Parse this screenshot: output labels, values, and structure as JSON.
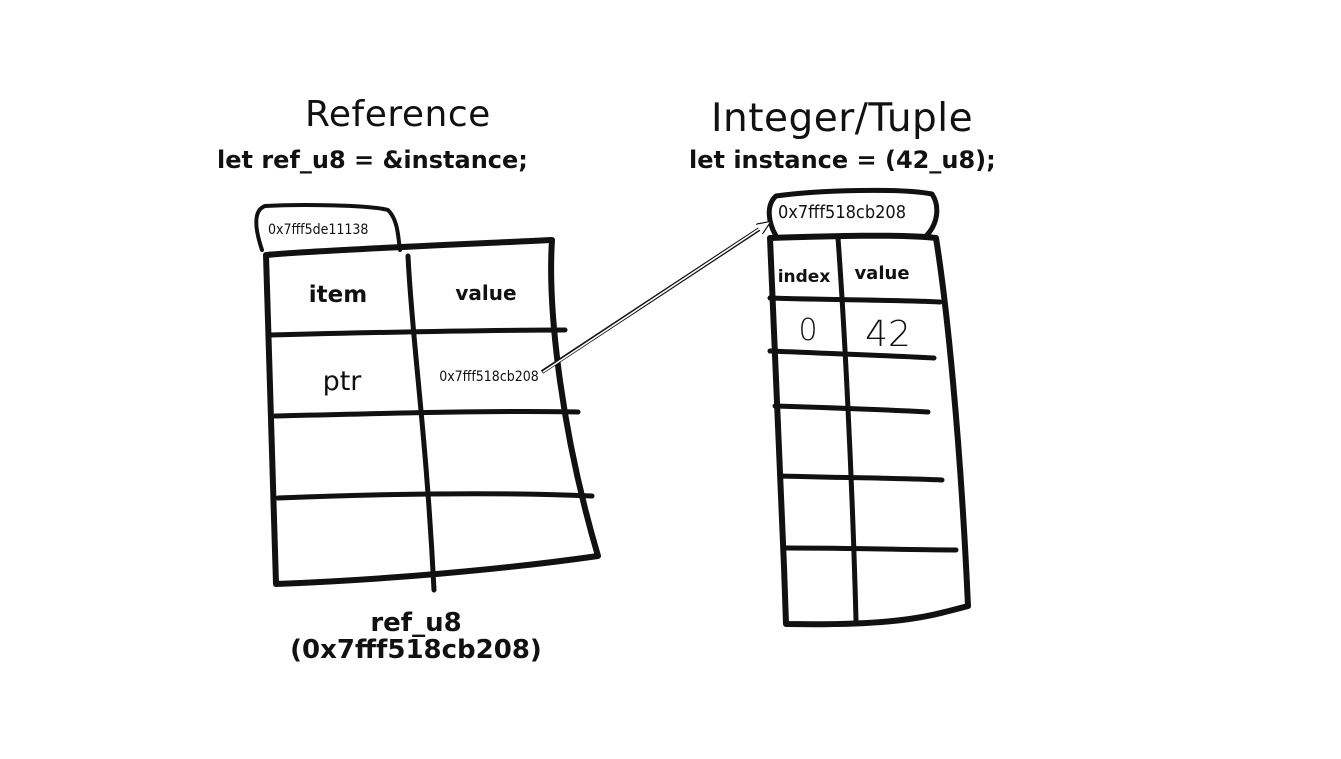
{
  "reference": {
    "title": "Reference",
    "code": "let ref_u8 = &instance;",
    "address": "0x7fff5de11138",
    "headers": {
      "item": "item",
      "value": "value"
    },
    "rows": [
      {
        "item": "ptr",
        "value": "0x7fff518cb208"
      }
    ],
    "label_name": "ref_u8",
    "label_value": "(0x7fff518cb208)"
  },
  "tuple": {
    "title": "Integer/Tuple",
    "code": "let instance = (42_u8);",
    "address": "0x7fff518cb208",
    "headers": {
      "index": "index",
      "value": "value"
    },
    "rows": [
      {
        "index": "0",
        "value": "42"
      }
    ]
  },
  "colors": {
    "ink": "#111111",
    "background": "#ffffff"
  }
}
